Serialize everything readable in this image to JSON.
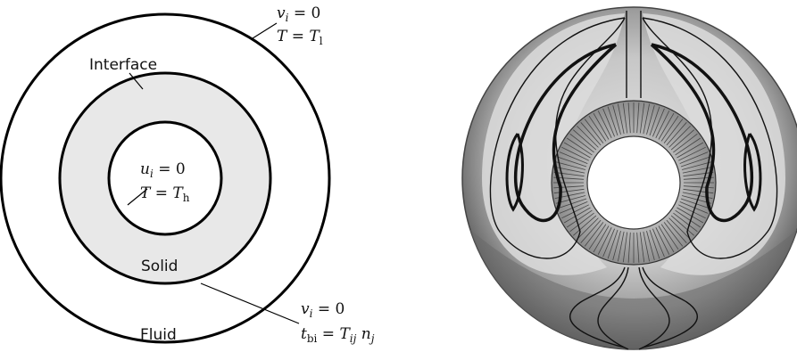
{
  "left_diagram": {
    "labels": {
      "interface": "Interface",
      "solid": "Solid",
      "fluid": "Fluid"
    },
    "outer_bc": {
      "line1": "v_i = 0",
      "line2": "T = T_l"
    },
    "inner_bc": {
      "line1": "u_i = 0",
      "line2": "T = T_h"
    },
    "interface_bc": {
      "line1": "v_i = 0",
      "line2": "t_bi = T_ij n_j"
    }
  },
  "right_visual": {
    "colors": {
      "outer_dark": "#5e5e5e",
      "mid_gray": "#9a9a9a",
      "light_gray": "#cfcfcf",
      "solid_ring": "#8a8a8a",
      "streamline": "#111111"
    }
  }
}
